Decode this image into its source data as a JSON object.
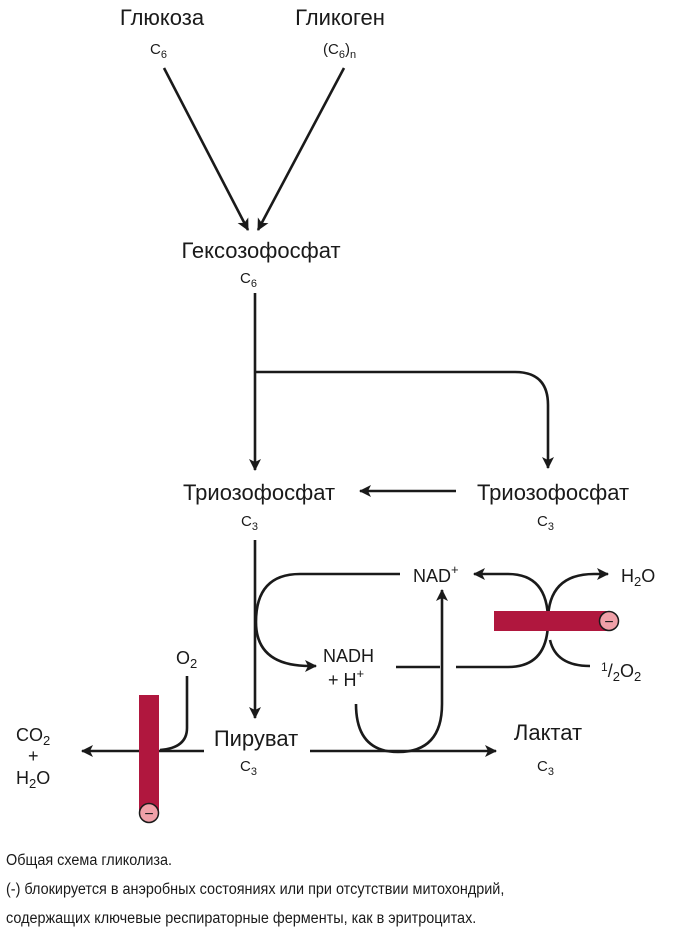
{
  "nodes": {
    "glucose": {
      "name": "Глюкоза",
      "formula": "C",
      "formula_sub": "6"
    },
    "glycogen": {
      "name": "Гликоген",
      "formula_open": "(C",
      "formula_sub": "6",
      "formula_close": ")",
      "formula_n": "n"
    },
    "hexose_phosphate": {
      "name": "Гексозофосфат",
      "formula": "C",
      "formula_sub": "6"
    },
    "triose_phosphate_left": {
      "name": "Триозофосфат",
      "formula": "C",
      "formula_sub": "3"
    },
    "triose_phosphate_right": {
      "name": "Триозофосфат",
      "formula": "C",
      "formula_sub": "3"
    },
    "pyruvate": {
      "name": "Пируват",
      "formula": "C",
      "formula_sub": "3"
    },
    "lactate": {
      "name": "Лактат",
      "formula": "C",
      "formula_sub": "3"
    }
  },
  "cofactors": {
    "nad": {
      "text": "NAD",
      "sup": "+"
    },
    "nadh": {
      "line1": "NADH",
      "line2": "+ H",
      "sup": "+"
    },
    "water": {
      "text": "H",
      "sub": "2",
      "tail": "O"
    },
    "half_oxygen": {
      "sup": "1",
      "slash": "/",
      "sub": "2",
      "text": "O",
      "sub2": "2"
    },
    "oxygen": {
      "text": "O",
      "sub": "2"
    },
    "co2": {
      "text": "CO",
      "sub": "2"
    },
    "plus": "+",
    "h2o": {
      "text": "H",
      "sub": "2",
      "tail": "O"
    }
  },
  "block_symbol": "−",
  "colors": {
    "block_bar": "#b0173e",
    "block_circle": "#f0a0a8",
    "line": "#1a1a1a"
  },
  "caption": {
    "line1": "Общая схема гликолиза.",
    "line2": "(-) блокируется в анэробных состояниях или при отсутствии митохондрий,",
    "line3": "содержащих ключевые респираторные ферменты, как в эритроцитах."
  }
}
